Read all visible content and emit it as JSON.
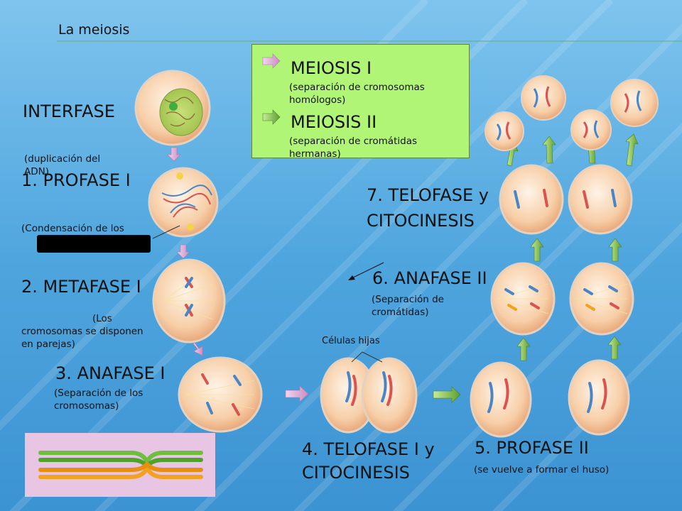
{
  "header": {
    "title": "La meiosis"
  },
  "legend": {
    "meiosis1_title": "MEIOSIS I",
    "meiosis1_desc": "(separación de cromosomas homólogos)",
    "meiosis2_title": "MEIOSIS II",
    "meiosis2_desc": "(separación de cromátidas hermanas)"
  },
  "stages": {
    "interfase": {
      "title": "INTERFASE",
      "desc": "(duplicación del ADN)"
    },
    "profase1": {
      "title": "1. PROFASE I",
      "desc": "(Condensación de los"
    },
    "metafase1": {
      "title": "2. METAFASE I",
      "desc": "(Los cromosomas se disponen en parejas)"
    },
    "anafase1": {
      "title": "3. ANAFASE I",
      "desc": "(Separación de los cromosomas)"
    },
    "telofase1": {
      "title": "4. TELOFASE I y CITOCINESIS"
    },
    "profase2": {
      "title": "5. PROFASE II",
      "desc": "(se vuelve a formar el huso)"
    },
    "anafase2": {
      "title": "6. ANAFASE II",
      "desc": "(Separación de cromátidas)"
    },
    "telofase2": {
      "title": "7. TELOFASE y CITOCINESIS"
    }
  },
  "labels": {
    "daughter_cells": "Células hijas"
  },
  "colors": {
    "legend_bg": "#b0f576",
    "arrow_pink": "#d9a3d4",
    "arrow_green": "#7fc244",
    "chromosome_red": "#d9534f",
    "chromosome_blue": "#4a86c5",
    "cell_fill": "#f6cba0",
    "strand_green": "#6bbf3a",
    "strand_orange": "#f2a21c"
  }
}
